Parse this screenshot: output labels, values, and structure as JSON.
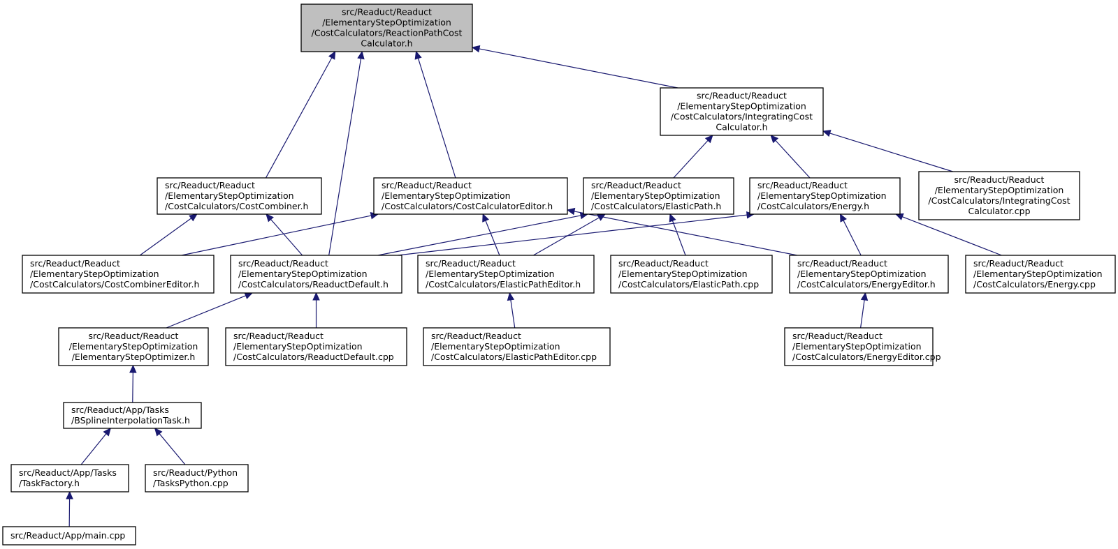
{
  "nodes": [
    {
      "id": "root",
      "lines": [
        "src/Readuct/Readuct",
        "/ElementaryStepOptimization",
        "/CostCalculators/ReactionPathCost",
        "Calculator.h"
      ],
      "align": "center",
      "highlight": true
    },
    {
      "id": "integrating_h",
      "lines": [
        "src/Readuct/Readuct",
        "/ElementaryStepOptimization",
        "/CostCalculators/IntegratingCost",
        "Calculator.h"
      ],
      "align": "center"
    },
    {
      "id": "costcombiner_h",
      "lines": [
        "src/Readuct/Readuct",
        "/ElementaryStepOptimization",
        "/CostCalculators/CostCombiner.h"
      ],
      "align": "left"
    },
    {
      "id": "costcalceditor_h",
      "lines": [
        "src/Readuct/Readuct",
        "/ElementaryStepOptimization",
        "/CostCalculators/CostCalculatorEditor.h"
      ],
      "align": "left"
    },
    {
      "id": "elasticpath_h",
      "lines": [
        "src/Readuct/Readuct",
        "/ElementaryStepOptimization",
        "/CostCalculators/ElasticPath.h"
      ],
      "align": "left"
    },
    {
      "id": "energy_h",
      "lines": [
        "src/Readuct/Readuct",
        "/ElementaryStepOptimization",
        "/CostCalculators/Energy.h"
      ],
      "align": "left"
    },
    {
      "id": "integrating_cpp",
      "lines": [
        "src/Readuct/Readuct",
        "/ElementaryStepOptimization",
        "/CostCalculators/IntegratingCost",
        "Calculator.cpp"
      ],
      "align": "center"
    },
    {
      "id": "costcombinereditor_h",
      "lines": [
        "src/Readuct/Readuct",
        "/ElementaryStepOptimization",
        "/CostCalculators/CostCombinerEditor.h"
      ],
      "align": "left"
    },
    {
      "id": "reaductdefault_h",
      "lines": [
        "src/Readuct/Readuct",
        "/ElementaryStepOptimization",
        "/CostCalculators/ReaductDefault.h"
      ],
      "align": "left"
    },
    {
      "id": "elasticpatheditor_h",
      "lines": [
        "src/Readuct/Readuct",
        "/ElementaryStepOptimization",
        "/CostCalculators/ElasticPathEditor.h"
      ],
      "align": "left"
    },
    {
      "id": "elasticpath_cpp",
      "lines": [
        "src/Readuct/Readuct",
        "/ElementaryStepOptimization",
        "/CostCalculators/ElasticPath.cpp"
      ],
      "align": "left"
    },
    {
      "id": "energyeditor_h",
      "lines": [
        "src/Readuct/Readuct",
        "/ElementaryStepOptimization",
        "/CostCalculators/EnergyEditor.h"
      ],
      "align": "left"
    },
    {
      "id": "energy_cpp",
      "lines": [
        "src/Readuct/Readuct",
        "/ElementaryStepOptimization",
        "/CostCalculators/Energy.cpp"
      ],
      "align": "left"
    },
    {
      "id": "optimizer_h",
      "lines": [
        "src/Readuct/Readuct",
        "/ElementaryStepOptimization",
        "/ElementaryStepOptimizer.h"
      ],
      "align": "center"
    },
    {
      "id": "reaductdefault_cpp",
      "lines": [
        "src/Readuct/Readuct",
        "/ElementaryStepOptimization",
        "/CostCalculators/ReaductDefault.cpp"
      ],
      "align": "left"
    },
    {
      "id": "elasticpatheditor_cpp",
      "lines": [
        "src/Readuct/Readuct",
        "/ElementaryStepOptimization",
        "/CostCalculators/ElasticPathEditor.cpp"
      ],
      "align": "left"
    },
    {
      "id": "energyeditor_cpp",
      "lines": [
        "src/Readuct/Readuct",
        "/ElementaryStepOptimization",
        "/CostCalculators/EnergyEditor.cpp"
      ],
      "align": "left"
    },
    {
      "id": "bspline_h",
      "lines": [
        "src/Readuct/App/Tasks",
        "/BSplineInterpolationTask.h"
      ],
      "align": "left"
    },
    {
      "id": "taskfactory_h",
      "lines": [
        "src/Readuct/App/Tasks",
        "/TaskFactory.h"
      ],
      "align": "left"
    },
    {
      "id": "taskspython_cpp",
      "lines": [
        "src/Readuct/Python",
        "/TasksPython.cpp"
      ],
      "align": "left"
    },
    {
      "id": "main_cpp",
      "lines": [
        "src/Readuct/App/main.cpp"
      ],
      "align": "left"
    }
  ],
  "edges": [
    {
      "from": "integrating_h",
      "to": "root"
    },
    {
      "from": "costcombiner_h",
      "to": "root"
    },
    {
      "from": "reaductdefault_h",
      "to": "root"
    },
    {
      "from": "costcalceditor_h",
      "to": "root"
    },
    {
      "from": "elasticpath_h",
      "to": "integrating_h"
    },
    {
      "from": "energy_h",
      "to": "integrating_h"
    },
    {
      "from": "integrating_cpp",
      "to": "integrating_h"
    },
    {
      "from": "costcombinereditor_h",
      "to": "costcombiner_h"
    },
    {
      "from": "reaductdefault_h",
      "to": "costcombiner_h"
    },
    {
      "from": "costcombinereditor_h",
      "to": "costcalceditor_h"
    },
    {
      "from": "elasticpatheditor_h",
      "to": "costcalceditor_h"
    },
    {
      "from": "energyeditor_h",
      "to": "costcalceditor_h"
    },
    {
      "from": "reaductdefault_h",
      "to": "elasticpath_h"
    },
    {
      "from": "elasticpatheditor_h",
      "to": "elasticpath_h"
    },
    {
      "from": "elasticpath_cpp",
      "to": "elasticpath_h"
    },
    {
      "from": "reaductdefault_h",
      "to": "energy_h"
    },
    {
      "from": "energyeditor_h",
      "to": "energy_h"
    },
    {
      "from": "energy_cpp",
      "to": "energy_h"
    },
    {
      "from": "optimizer_h",
      "to": "reaductdefault_h"
    },
    {
      "from": "reaductdefault_cpp",
      "to": "reaductdefault_h"
    },
    {
      "from": "elasticpatheditor_cpp",
      "to": "elasticpatheditor_h"
    },
    {
      "from": "energyeditor_cpp",
      "to": "energyeditor_h"
    },
    {
      "from": "bspline_h",
      "to": "optimizer_h"
    },
    {
      "from": "taskfactory_h",
      "to": "bspline_h"
    },
    {
      "from": "taskspython_cpp",
      "to": "bspline_h"
    },
    {
      "from": "main_cpp",
      "to": "taskfactory_h"
    }
  ],
  "colors": {
    "edge": "#191970",
    "highlight_fill": "#bfbfbf"
  }
}
